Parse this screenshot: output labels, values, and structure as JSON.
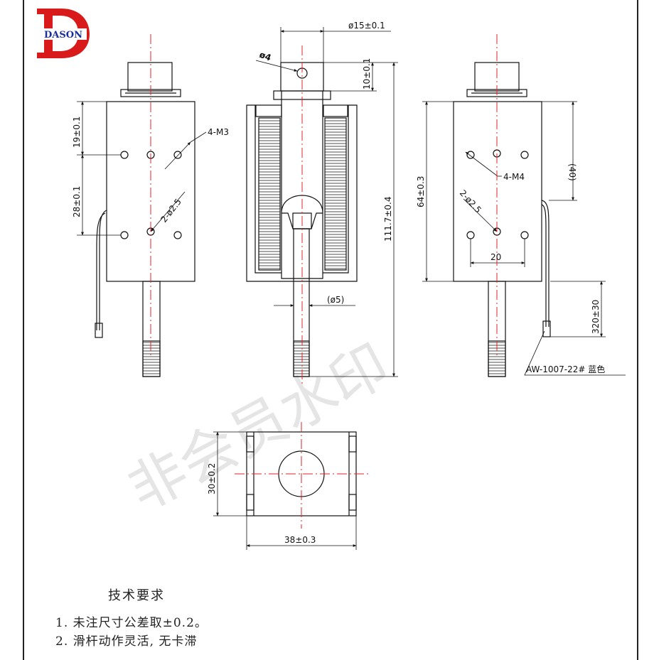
{
  "logo": {
    "brand": "DASON",
    "letter": "D",
    "color": "#d91a1a"
  },
  "watermark": "非会员水印",
  "colors": {
    "line": "#111111",
    "center": "#e0262a",
    "watermark": "#cfcfcf"
  },
  "dims": {
    "dia15": "ø15±0.1",
    "dia4": "ø4",
    "h10": "10±0.1",
    "h19": "19±0.1",
    "h28": "28±0.1",
    "m3": "4-M3",
    "hole25a": "2-ø2.5",
    "len1117": "111.7±0.4",
    "dia5": "(ø5)",
    "h64": "64±0.3",
    "h40": "(40)",
    "m4": "4-M4",
    "hole25b": "2-ø2.5",
    "w20": "20",
    "wire320": "320±30",
    "wire": "AW-1007-22# 蓝色",
    "h30": "30±0.2",
    "w38": "38±0.3"
  },
  "notes": {
    "heading": "技术要求",
    "items": [
      "1. 未注尺寸公差取±0.2。",
      "2. 滑杆动作灵活, 无卡滞"
    ]
  }
}
